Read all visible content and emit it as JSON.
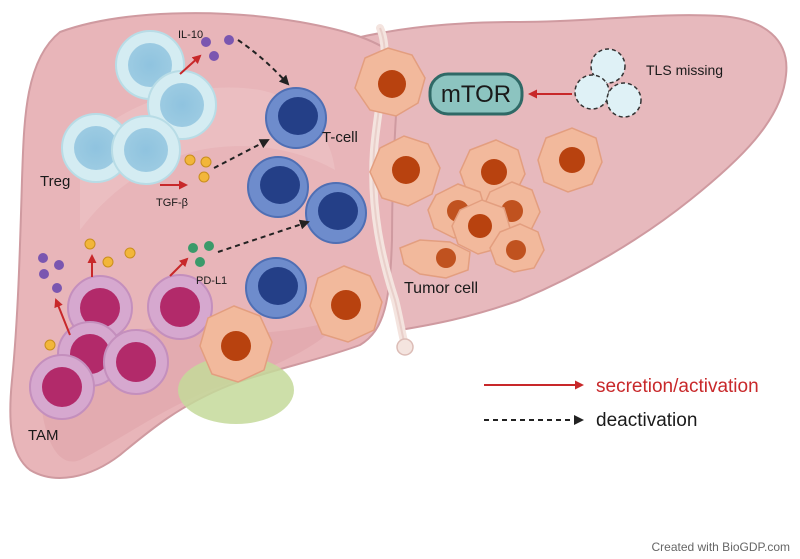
{
  "labels": {
    "il10": "IL-10",
    "tgfb": "TGF-β",
    "treg": "Treg",
    "tcell": "T-cell",
    "mtor": "mTOR",
    "tls": "TLS missing",
    "tumor": "Tumor cell",
    "pdl1": "PD-L1",
    "tam": "TAM"
  },
  "legend": {
    "activation": "secretion/activation",
    "deactivation": "deactivation"
  },
  "footer": "Created with BioGDP.com",
  "colors": {
    "liver": "#e6b5b8",
    "liver_dark": "#c98f95",
    "treg": "#a9d3e4",
    "tcell": "#2a4d97",
    "tam": "#b22a6a",
    "tumor": "#f2b99c",
    "tumor_nucleus": "#b8420f",
    "arrow_red": "#c8282a",
    "arrow_black": "#222222",
    "mtor_fill": "#7fbfbc",
    "il10_dot": "#7a56b0",
    "tgfb_dot": "#f2b63a",
    "pdl1_dot": "#3a9a6a"
  }
}
